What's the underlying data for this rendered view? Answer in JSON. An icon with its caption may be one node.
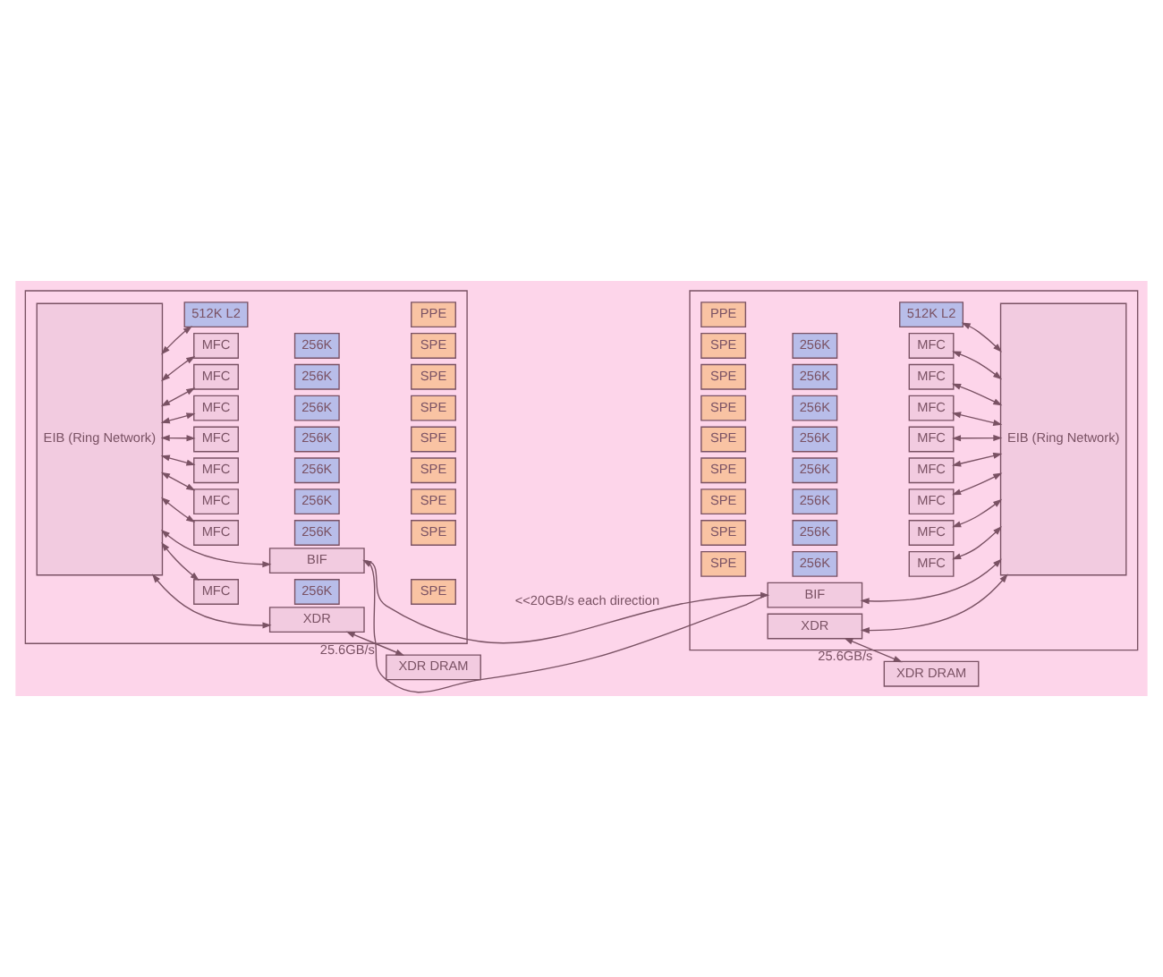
{
  "diagram": {
    "nodes": [
      {
        "text": [],
        "shape": "box"
      },
      {
        "text": [
          "EIB (Ring Network)"
        ],
        "in": 0
      },
      {
        "text": [
          "512K L2"
        ],
        "in": 0
      },
      {
        "text": [
          "PPE"
        ],
        "in": 0
      },
      {
        "text": [
          "MFC"
        ],
        "in": 0
      },
      {
        "text": [
          "256K"
        ],
        "in": 0
      },
      {
        "text": [
          "SPE"
        ],
        "in": 0
      },
      {
        "text": [
          "MFC"
        ],
        "in": 0
      },
      {
        "text": [
          "256K"
        ],
        "in": 0
      },
      {
        "text": [
          "SPE"
        ],
        "in": 0
      },
      {
        "text": [
          "MFC"
        ],
        "in": 0
      },
      {
        "text": [
          "256K"
        ],
        "in": 0
      },
      {
        "text": [
          "SPE"
        ],
        "in": 0
      },
      {
        "text": [
          "MFC"
        ],
        "in": 0
      },
      {
        "text": [
          "256K"
        ],
        "in": 0
      },
      {
        "text": [
          "SPE"
        ],
        "in": 0
      },
      {
        "text": [
          "MFC"
        ],
        "in": 0
      },
      {
        "text": [
          "256K"
        ],
        "in": 0
      },
      {
        "text": [
          "SPE"
        ],
        "in": 0
      },
      {
        "text": [
          "MFC"
        ],
        "in": 0
      },
      {
        "text": [
          "256K"
        ],
        "in": 0
      },
      {
        "text": [
          "SPE"
        ],
        "in": 0
      },
      {
        "text": [
          "MFC"
        ],
        "in": 0
      },
      {
        "text": [
          "256K"
        ],
        "in": 0
      },
      {
        "text": [
          "SPE"
        ],
        "in": 0
      },
      {
        "text": [
          "MFC"
        ],
        "in": 0
      },
      {
        "text": [
          "256K"
        ],
        "in": 0
      },
      {
        "text": [
          "SPE"
        ],
        "in": 0
      },
      {
        "text": [
          "BIF"
        ],
        "in": 0
      },
      {
        "text": [
          "XDR"
        ],
        "in": 0
      },
      {
        "text": [],
        "shape": "box"
      },
      {
        "text": [
          "PPE"
        ],
        "in": 30
      },
      {
        "text": [
          "512K L2"
        ],
        "in": 30
      },
      {
        "text": [
          "SPE"
        ],
        "in": 30
      },
      {
        "text": [
          "256K"
        ],
        "in": 30
      },
      {
        "text": [
          "MFC"
        ],
        "in": 30
      },
      {
        "text": [
          "SPE"
        ],
        "in": 30
      },
      {
        "text": [
          "256K"
        ],
        "in": 30
      },
      {
        "text": [
          "MFC"
        ],
        "in": 30
      },
      {
        "text": [
          "SPE"
        ],
        "in": 30
      },
      {
        "text": [
          "256K"
        ],
        "in": 30
      },
      {
        "text": [
          "MFC"
        ],
        "in": 30
      },
      {
        "text": [
          "SPE"
        ],
        "in": 30
      },
      {
        "text": [
          "256K"
        ],
        "in": 30
      },
      {
        "text": [
          "MFC"
        ],
        "in": 30
      },
      {
        "text": [
          "SPE"
        ],
        "in": 30
      },
      {
        "text": [
          "256K"
        ],
        "in": 30
      },
      {
        "text": [
          "MFC"
        ],
        "in": 30
      },
      {
        "text": [
          "SPE"
        ],
        "in": 30
      },
      {
        "text": [
          "256K"
        ],
        "in": 30
      },
      {
        "text": [
          "MFC"
        ],
        "in": 30
      },
      {
        "text": [
          "SPE"
        ],
        "in": 30
      },
      {
        "text": [
          "256K"
        ],
        "in": 30
      },
      {
        "text": [
          "MFC"
        ],
        "in": 30
      },
      {
        "text": [
          "SPE"
        ],
        "in": 30
      },
      {
        "text": [
          "256K"
        ],
        "in": 30
      },
      {
        "text": [
          "MFC"
        ],
        "in": 30
      },
      {
        "text": [
          "BIF"
        ],
        "in": 30
      },
      {
        "text": [
          "XDR"
        ],
        "in": 30
      },
      {
        "text": [
          "EIB (Ring Network)"
        ],
        "in": 30
      },
      {
        "text": [
          "XDR DRAM"
        ]
      },
      {
        "text": [
          "XDR DRAM"
        ]
      }
    ],
    "edges": [
      {
        "from": 1,
        "to": 2,
        "arrow": "both"
      },
      {
        "from": 1,
        "to": 4,
        "arrow": "both"
      },
      {
        "from": 1,
        "to": 7,
        "arrow": "both"
      },
      {
        "from": 1,
        "to": 10,
        "arrow": "both"
      },
      {
        "from": 1,
        "to": 13,
        "arrow": "both"
      },
      {
        "from": 1,
        "to": 16,
        "arrow": "both"
      },
      {
        "from": 1,
        "to": 19,
        "arrow": "both"
      },
      {
        "from": 1,
        "to": 22,
        "arrow": "both"
      },
      {
        "from": 1,
        "to": 25,
        "arrow": "both"
      },
      {
        "from": 1,
        "to": 28,
        "arrow": "both"
      },
      {
        "from": 1,
        "to": 29,
        "arrow": "both"
      },
      {
        "from": 32,
        "to": 59,
        "arrow": "both"
      },
      {
        "from": 35,
        "to": 59,
        "arrow": "both"
      },
      {
        "from": 38,
        "to": 59,
        "arrow": "both"
      },
      {
        "from": 41,
        "to": 59,
        "arrow": "both"
      },
      {
        "from": 44,
        "to": 59,
        "arrow": "both"
      },
      {
        "from": 47,
        "to": 59,
        "arrow": "both"
      },
      {
        "from": 50,
        "to": 59,
        "arrow": "both"
      },
      {
        "from": 53,
        "to": 59,
        "arrow": "both"
      },
      {
        "from": 56,
        "to": 59,
        "arrow": "both"
      },
      {
        "from": 57,
        "to": 59,
        "arrow": "both"
      },
      {
        "from": 58,
        "to": 59,
        "arrow": "both"
      },
      {
        "from": 57,
        "to": 28,
        "arrow": "to"
      },
      {
        "from": 28,
        "to": 57,
        "arrow": "to",
        "label": "<<20GB/s each direction"
      },
      {
        "from": 29,
        "to": 60,
        "arrow": "both",
        "label": "25.6GB/s"
      },
      {
        "from": 58,
        "to": 61,
        "arrow": "both",
        "label": "25.6GB/s"
      }
    ]
  }
}
